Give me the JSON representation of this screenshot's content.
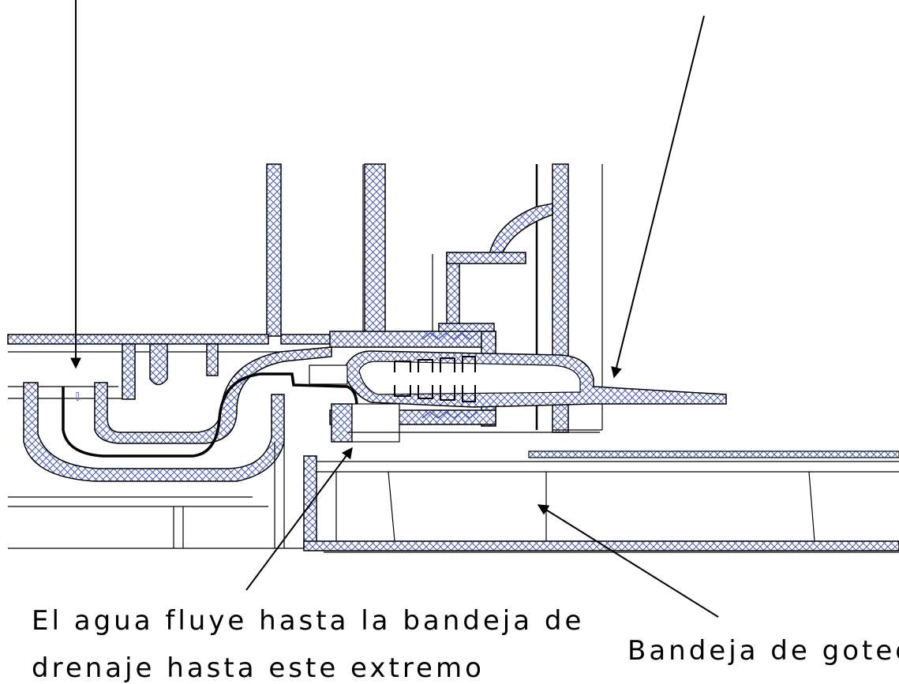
{
  "labels": {
    "flow_line1": "El agua fluye hasta la bandeja de",
    "flow_line2": "drenaje hasta este extremo",
    "drip_tray": "Bandeja de goteo"
  },
  "colors": {
    "hatch": "#4a5ab3",
    "line": "#000000",
    "background": "#ffffff"
  },
  "icons": [
    "down-arrow-icon"
  ]
}
